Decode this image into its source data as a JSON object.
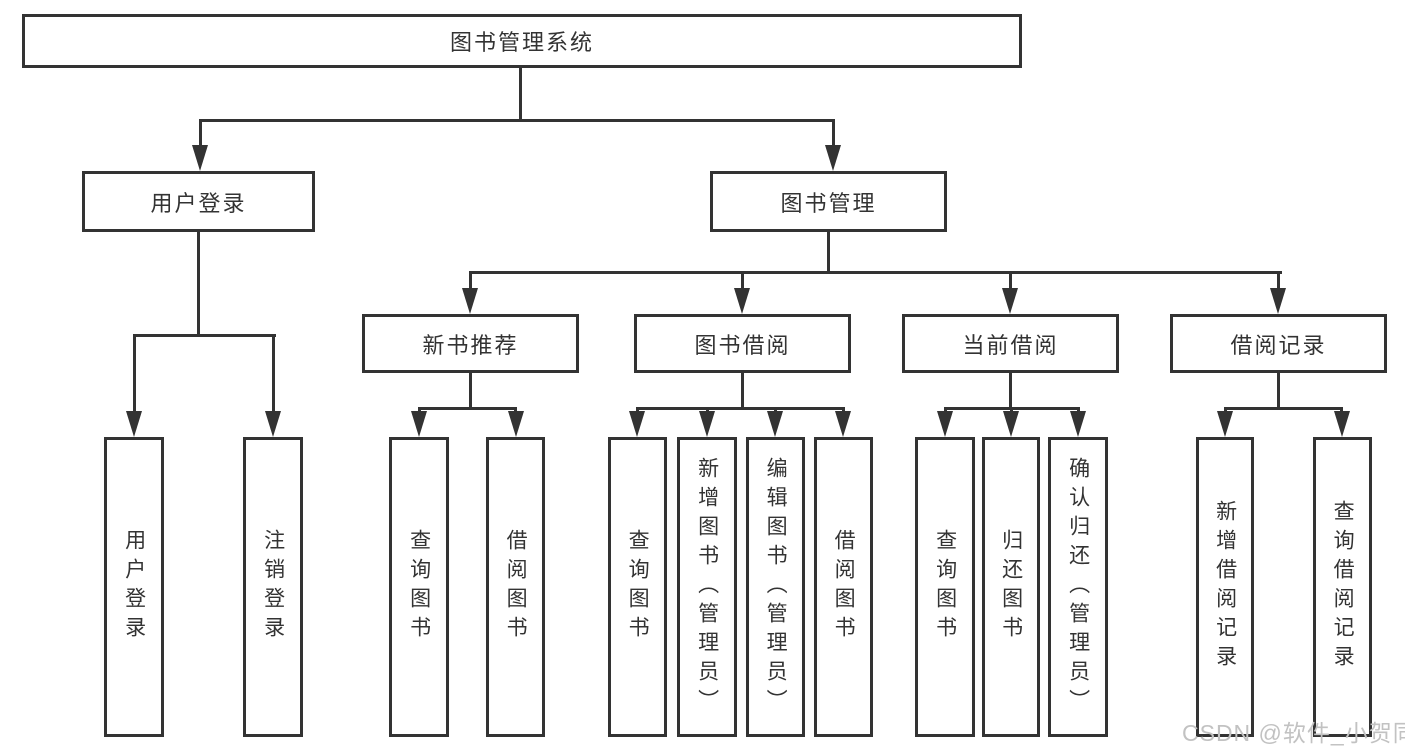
{
  "diagram": {
    "root": {
      "label": "图书管理系统"
    },
    "branches": [
      {
        "label": "用户登录",
        "children": [
          {
            "label": "用户登录"
          },
          {
            "label": "注销登录"
          }
        ]
      },
      {
        "label": "图书管理",
        "children": [
          {
            "label": "新书推荐",
            "children": [
              {
                "label": "查询图书"
              },
              {
                "label": "借阅图书"
              }
            ]
          },
          {
            "label": "图书借阅",
            "children": [
              {
                "label": "查询图书"
              },
              {
                "label": "新增图书（管理员）"
              },
              {
                "label": "编辑图书（管理员）"
              },
              {
                "label": "借阅图书"
              }
            ]
          },
          {
            "label": "当前借阅",
            "children": [
              {
                "label": "查询图书"
              },
              {
                "label": "归还图书"
              },
              {
                "label": "确认归还（管理员）"
              }
            ]
          },
          {
            "label": "借阅记录",
            "children": [
              {
                "label": "新增借阅记录"
              },
              {
                "label": "查询借阅记录"
              }
            ]
          }
        ]
      }
    ]
  },
  "watermark": {
    "text": "CSDN @软件_小贺同学"
  },
  "colors": {
    "line": "#333333",
    "text": "#333333",
    "background": "#ffffff",
    "watermark": "#c2c2c2"
  }
}
